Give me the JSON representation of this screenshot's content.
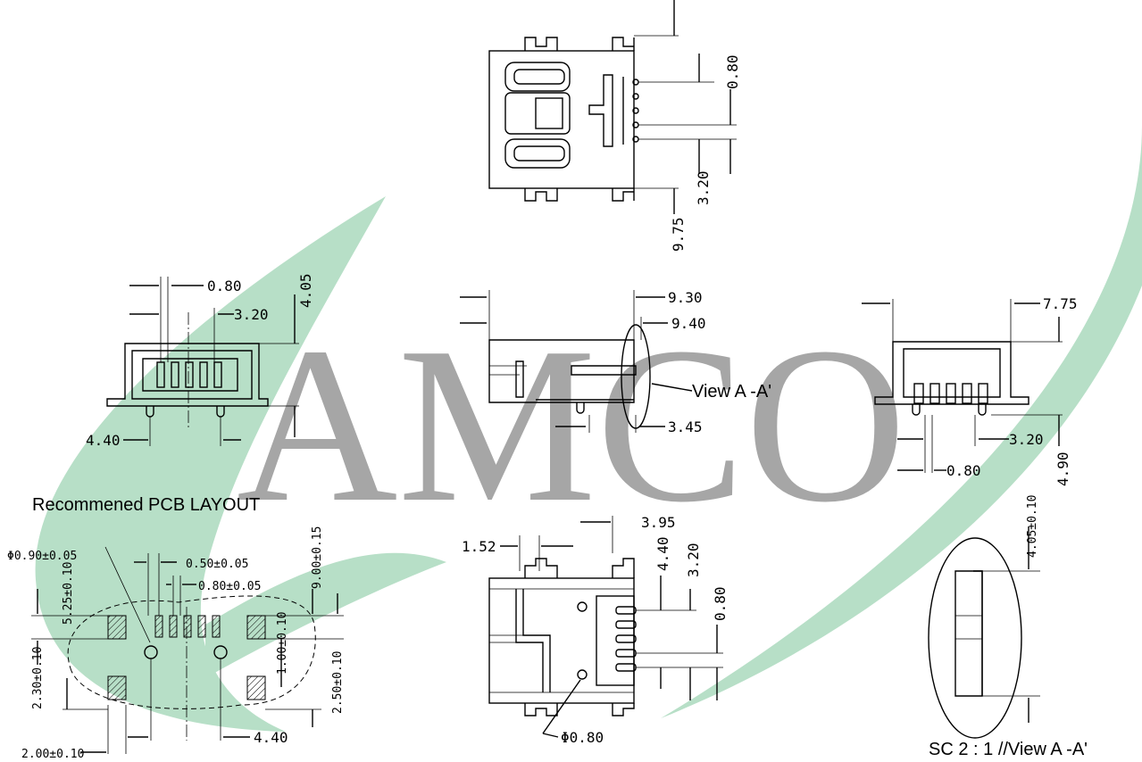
{
  "watermark": {
    "text": "AMCO",
    "swoosh_color": "#b7dfc7",
    "text_color": "#a6a6a6"
  },
  "labels": {
    "pcb_layout": "Recommened PCB LAYOUT",
    "view_ref": "View A -A'",
    "scale_note": "SC 2 : 1 //View A -A'"
  },
  "top_view": {
    "d_pitch": "0.80",
    "d_outer": "3.20",
    "d_length": "9.75"
  },
  "front_view": {
    "d_pitch": "0.80",
    "d_outer": "3.20",
    "d_height": "4.05",
    "d_post": "4.40"
  },
  "side_view": {
    "d_a": "9.30",
    "d_b": "9.40",
    "d_c": "3.45"
  },
  "rear_view": {
    "d_width": "7.75",
    "d_outer": "3.20",
    "d_pitch": "0.80",
    "d_height": "4.90"
  },
  "pcb": {
    "d_hole": "Φ0.90±0.05",
    "d_pad_w": "0.50±0.05",
    "d_pitch": "0.80±0.05",
    "d_span": "9.00±0.15",
    "d_a": "5.25±0.10",
    "d_b": "1.00±0.10",
    "d_c": "2.30±0.10",
    "d_d": "2.50±0.10",
    "d_e": "4.40",
    "d_f": "2.00±0.10"
  },
  "bottom_view": {
    "d_a": "1.52",
    "d_b": "3.95",
    "d_c": "4.40",
    "d_d": "3.20",
    "d_e": "0.80",
    "d_hole": "Φ0.80"
  },
  "detail": {
    "d_a": "4.05±0.10"
  }
}
